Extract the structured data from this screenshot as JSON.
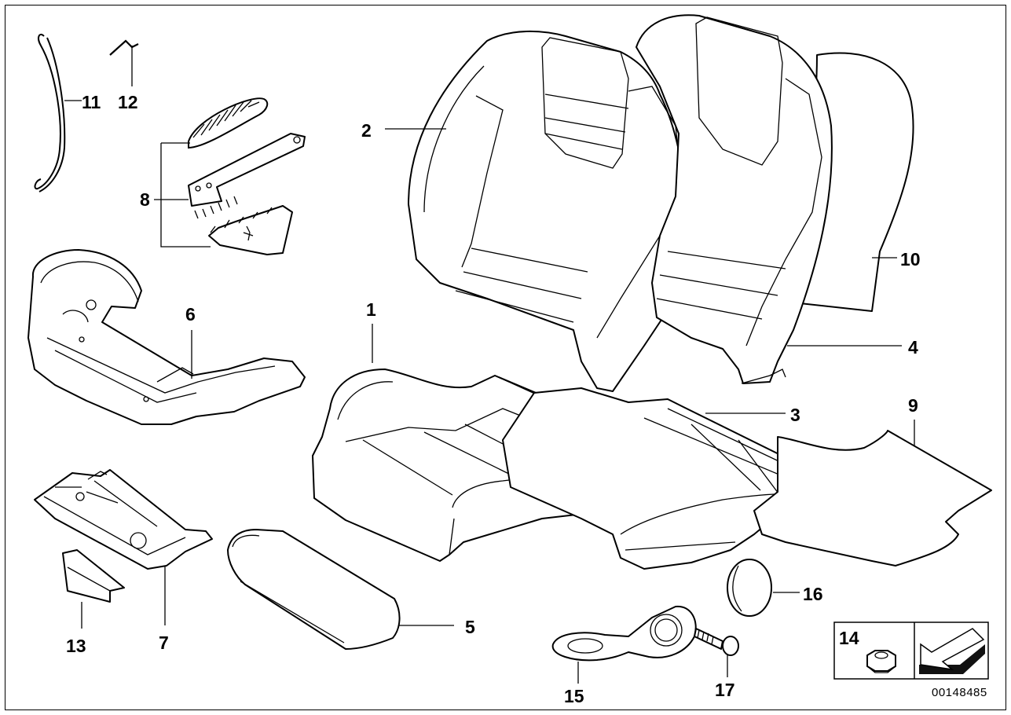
{
  "diagram": {
    "document_id": "00148485",
    "callouts": [
      "1",
      "2",
      "3",
      "4",
      "5",
      "6",
      "7",
      "8",
      "9",
      "10",
      "11",
      "12",
      "13",
      "14",
      "15",
      "16",
      "17"
    ]
  }
}
